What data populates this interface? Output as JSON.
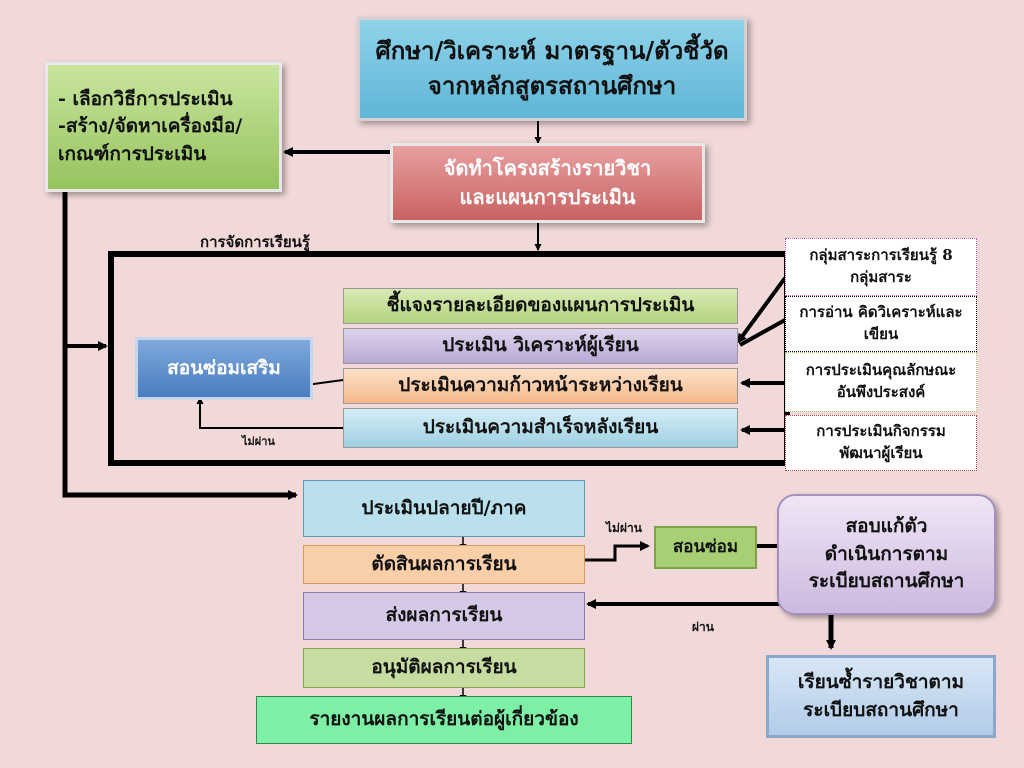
{
  "top": {
    "line1": "ศึกษา/วิเคราะห์ มาตรฐาน/ตัวชี้วัด",
    "line2": "จากหลักสูตรสถานศึกษา"
  },
  "left": {
    "line1": "- เลือกวิธีการประเมิน",
    "line2": "-สร้าง/จัดหาเครื่องมือ/",
    "line3": "เกณฑ์การประเมิน"
  },
  "structure": {
    "line1": "จัดทำโครงสร้างรายวิชา",
    "line2": "และแผนการประเมิน"
  },
  "learning_label": "การจัดการเรียนรู้",
  "inner": {
    "plan": "ชี้แจงรายละเอียดของแผนการประเมิน",
    "analyze": "ประเมิน วิเคราะห์ผู้เรียน",
    "progress": "ประเมินความก้าวหน้าระหว่างเรียน",
    "achieve": "ประเมินความสำเร็จหลังเรียน",
    "remedial": "สอนซ่อมเสริม",
    "fail_small": "ไม่ผ่าน"
  },
  "side": {
    "s1a": "กลุ่มสาระการเรียนรู้ 8",
    "s1b": "กลุ่มสาระ",
    "s2a": "การอ่าน คิดวิเคราะห์และ",
    "s2b": "เขียน",
    "s3a": "การประเมินคุณลักษณะ",
    "s3b": "อันพึงประสงค์",
    "s4a": "การประเมินกิจกรรม",
    "s4b": "พัฒนาผู้เรียน"
  },
  "bottom": {
    "final": "ประเมินปลายปี/ภาค",
    "grade": "ตัดสินผลการเรียน",
    "send": "ส่งผลการเรียน",
    "approve": "อนุมัติผลการเรียน",
    "report": "รายงานผลการเรียนต่อผู้เกี่ยวข้อง",
    "fail": "ไม่ผ่าน",
    "remedial": "สอนซ่อม",
    "retest1": "สอบแก้ตัว",
    "retest2": "ดำเนินการตาม",
    "retest3": "ระเบียบสถานศึกษา",
    "pass": "ผ่าน",
    "repeat1": "เรียนซ้ำรายวิชาตาม",
    "repeat2": "ระเบียบสถานศึกษา"
  }
}
